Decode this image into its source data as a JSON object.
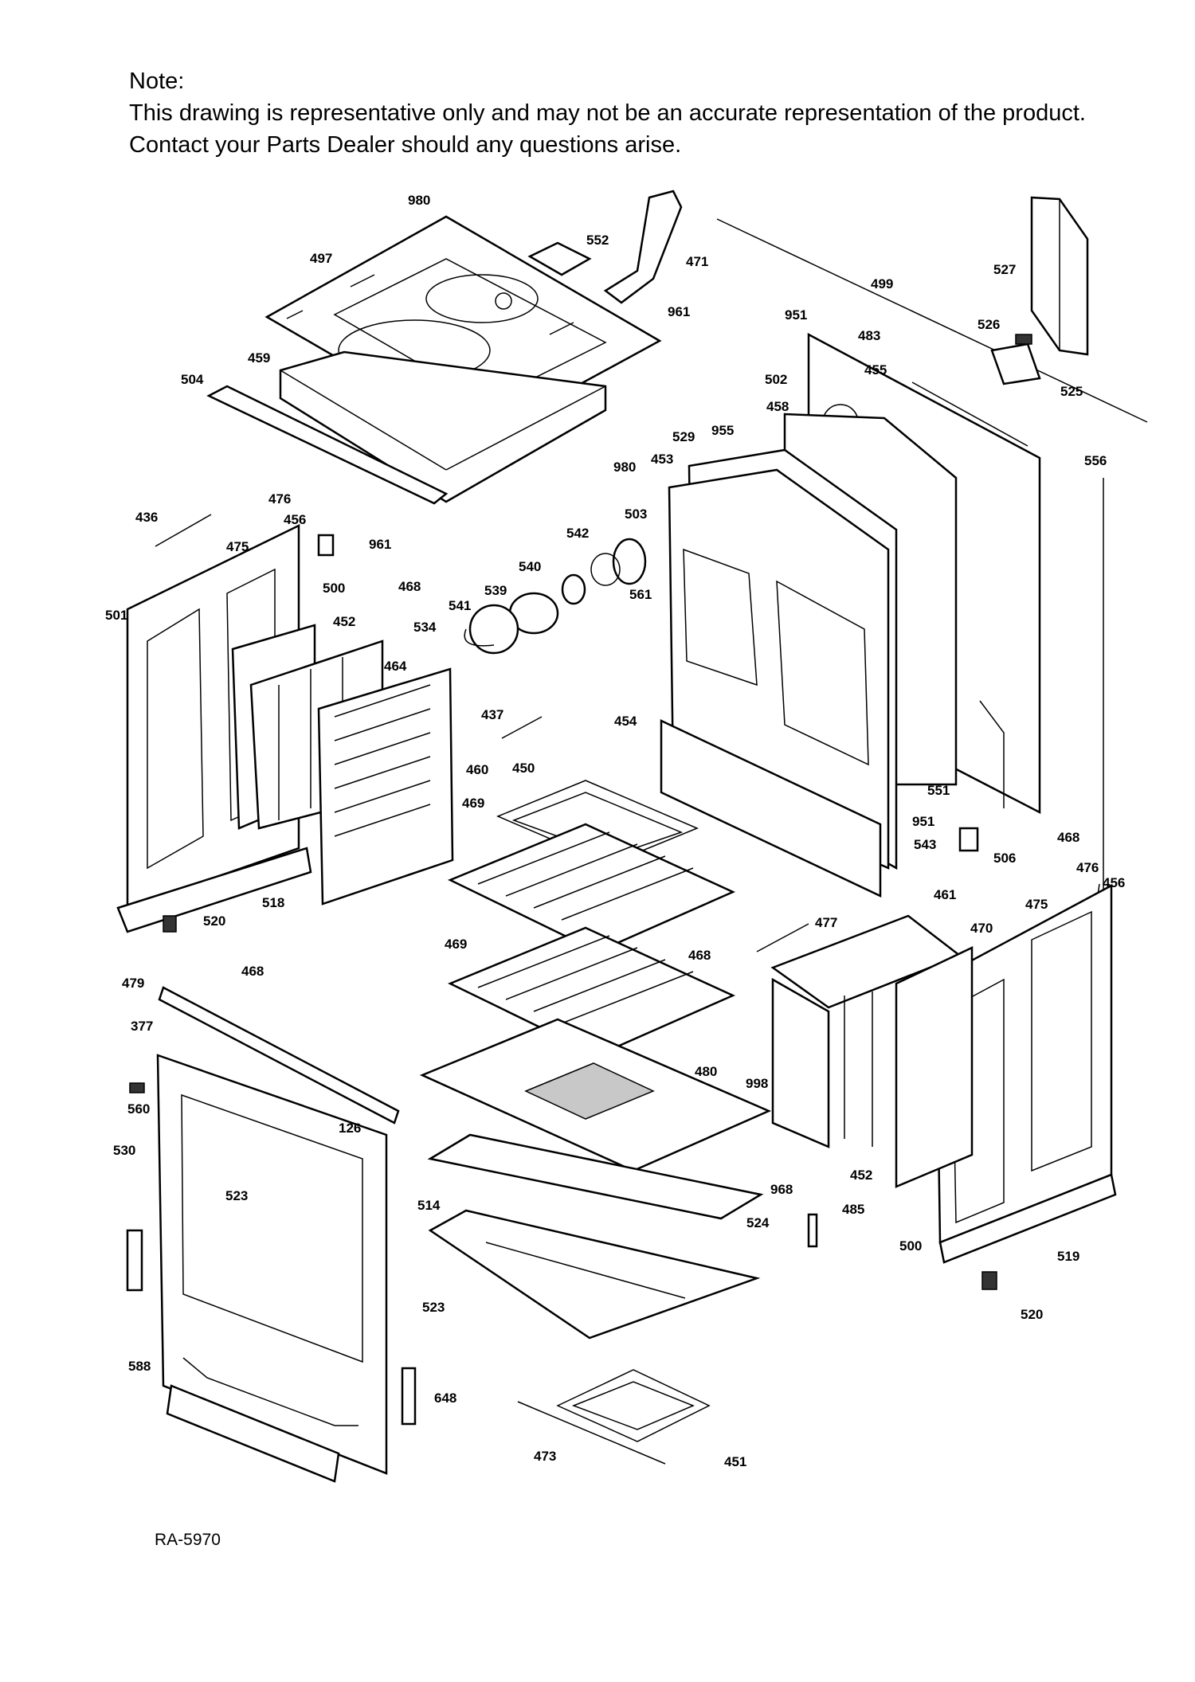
{
  "note": {
    "heading": "Note:",
    "line1": "This drawing is representative only and may not be an accurate representation of the product.",
    "line2": "Contact your Parts Dealer should any questions arise."
  },
  "document_id": "RA-5970",
  "part_labels": [
    "980",
    "552",
    "471",
    "497",
    "499",
    "527",
    "961",
    "951",
    "483",
    "526",
    "459",
    "455",
    "525",
    "504",
    "502",
    "458",
    "955",
    "529",
    "980",
    "453",
    "556",
    "476",
    "456",
    "436",
    "475",
    "961",
    "542",
    "503",
    "500",
    "468",
    "540",
    "561",
    "501",
    "452",
    "539",
    "541",
    "534",
    "464",
    "437",
    "454",
    "460",
    "450",
    "551",
    "951",
    "469",
    "543",
    "506",
    "468",
    "476",
    "456",
    "518",
    "461",
    "475",
    "520",
    "477",
    "470",
    "468",
    "469",
    "468",
    "479",
    "377",
    "480",
    "998",
    "560",
    "126",
    "530",
    "523",
    "968",
    "452",
    "514",
    "524",
    "485",
    "500",
    "519",
    "523",
    "520",
    "588",
    "648",
    "473",
    "451"
  ]
}
